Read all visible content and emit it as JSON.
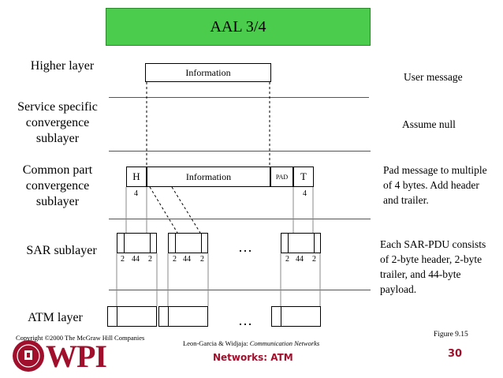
{
  "slide": {
    "title": "AAL 3/4",
    "figure": "Figure 9.15",
    "copyright": "Copyright ©2000 The McGraw Hill Companies",
    "credit_authors": "Leon-Garcia & Widjaja: ",
    "credit_book": "Communication Networks",
    "footer_title": "Networks: ATM",
    "page_number": "30",
    "logo_text": "WPI"
  },
  "layers": {
    "higher": "Higher layer",
    "sscs_line1": "Service specific",
    "sscs_line2": "convergence",
    "sscs_line3": "sublayer",
    "cpcs_line1": "Common part",
    "cpcs_line2": "convergence",
    "cpcs_line3": "sublayer",
    "sar": "SAR sublayer",
    "atm": "ATM layer"
  },
  "notes": {
    "user_message": "User message",
    "assume_null": "Assume null",
    "pad_line1": "Pad message to multiple",
    "pad_line2": "of 4 bytes.  Add header",
    "pad_line3": "and trailer.",
    "sar_line1": "Each SAR-PDU consists",
    "sar_line2": "of 2-byte header, 2-byte",
    "sar_line3": "trailer, and 44-byte",
    "sar_line4": "payload."
  },
  "diagram": {
    "information": "Information",
    "cpcs_header": "H",
    "cpcs_pad": "PAD",
    "cpcs_trailer": "T",
    "header_size": "4",
    "trailer_size": "4",
    "sar_sizes": [
      {
        "h": "2",
        "p": "44",
        "t": "2"
      },
      {
        "h": "2",
        "p": "44",
        "t": "2"
      },
      {
        "h": "2",
        "p": "44",
        "t": "2"
      }
    ],
    "ellipsis": "…"
  },
  "colors": {
    "title_bg": "#4ccc4c",
    "footer_red": "#a0102c"
  }
}
